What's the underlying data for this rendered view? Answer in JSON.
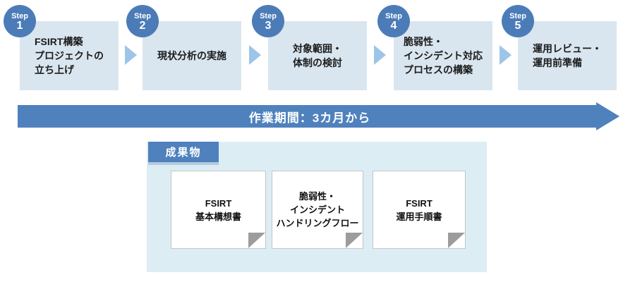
{
  "steps": [
    {
      "badge": "Step",
      "num": "1",
      "text": "FSIRT構築\nプロジェクトの\n立ち上げ"
    },
    {
      "badge": "Step",
      "num": "2",
      "text": "現状分析の実施"
    },
    {
      "badge": "Step",
      "num": "3",
      "text": "対象範囲・\n体制の検討"
    },
    {
      "badge": "Step",
      "num": "4",
      "text": "脆弱性・\nインシデント対応\nプロセスの構築"
    },
    {
      "badge": "Step",
      "num": "5",
      "text": "運用レビュー・\n運用前準備"
    }
  ],
  "timeline": {
    "label": "作業期間：3カ月から"
  },
  "deliverables": {
    "title": "成果物",
    "items": [
      {
        "text": "FSIRT\n基本構想書"
      },
      {
        "text": "脆弱性・\nインシデント\nハンドリングフロー"
      },
      {
        "text": "FSIRT\n運用手順書"
      }
    ]
  },
  "colors": {
    "primary_blue": "#4f81bd",
    "circle_blue": "#4b7cb8",
    "box_blue": "#d9e6ef",
    "panel_blue": "#ddedf4",
    "arrow_light_blue": "#9dc5e8",
    "fold_gray": "#9c9c9c"
  }
}
